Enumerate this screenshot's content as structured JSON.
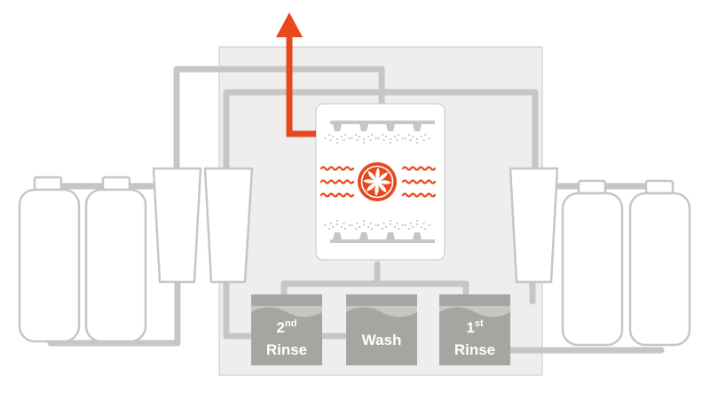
{
  "colors": {
    "pipe": "#c6c6c6",
    "machine_bg": "#eeeeee",
    "machine_border": "#cfcfcf",
    "chamber_bg": "#ffffff",
    "tank": "#a7a5a2",
    "tank_wave": "#c8c6c3",
    "accent": "#e8481c",
    "vessel_fill": "#ffffff",
    "vessel_stroke": "#c6c6c6"
  },
  "icons": {
    "exhaust": "up-arrow-icon",
    "fan": "fan-icon",
    "heat": "heat-wave-icon",
    "top_spray": "spray-nozzle-icon",
    "bottom_spray": "spray-nozzle-icon"
  },
  "tanks": {
    "second_rinse": {
      "ordinal": "2",
      "suffix": "nd",
      "label": "Rinse"
    },
    "wash": {
      "label": "Wash"
    },
    "first_rinse": {
      "ordinal": "1",
      "suffix": "st",
      "label": "Rinse"
    }
  }
}
